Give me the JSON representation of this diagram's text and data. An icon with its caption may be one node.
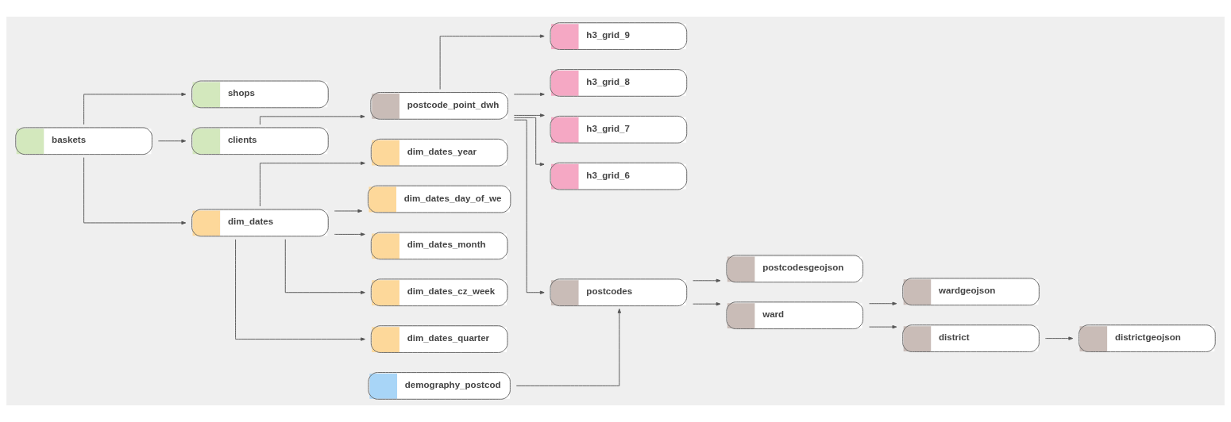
{
  "diagram": {
    "nodes": [
      {
        "text": [
          "baskets"
        ]
      },
      {
        "text": [
          "shops"
        ]
      },
      {
        "text": [
          "clients"
        ]
      },
      {
        "text": [
          "dim_dates"
        ]
      },
      {
        "text": [
          "postcode_point_dwh"
        ]
      },
      {
        "text": [
          "dim_dates_year"
        ]
      },
      {
        "text": [
          "dim_dates_day_of_we"
        ]
      },
      {
        "text": [
          "dim_dates_month"
        ]
      },
      {
        "text": [
          "dim_dates_cz_week"
        ]
      },
      {
        "text": [
          "demography_postcod"
        ]
      },
      {
        "text": [
          "dim_dates_quarter"
        ]
      },
      {
        "text": [
          "h3_grid_9"
        ]
      },
      {
        "text": [
          "h3_grid_8"
        ]
      },
      {
        "text": [
          "h3_grid_7"
        ]
      },
      {
        "text": [
          "h3_grid_6"
        ]
      },
      {
        "text": [
          "postcodes"
        ]
      },
      {
        "text": [
          "postcodesgeojson"
        ]
      },
      {
        "text": [
          "ward"
        ]
      },
      {
        "text": [
          "wardgeojson"
        ]
      },
      {
        "text": [
          "district"
        ]
      },
      {
        "text": [
          "districtgeojson"
        ]
      }
    ],
    "edges": [
      {
        "from": 0,
        "to": 1,
        "arrow": "to"
      },
      {
        "from": 0,
        "to": 2,
        "arrow": "to"
      },
      {
        "from": 0,
        "to": 3,
        "arrow": "to"
      },
      {
        "from": 2,
        "to": 4,
        "arrow": "to"
      },
      {
        "from": 3,
        "to": 5,
        "arrow": "to"
      },
      {
        "from": 3,
        "to": 6,
        "arrow": "to"
      },
      {
        "from": 3,
        "to": 7,
        "arrow": "to"
      },
      {
        "from": 3,
        "to": 8,
        "arrow": "to"
      },
      {
        "from": 3,
        "to": 10,
        "arrow": "to"
      },
      {
        "from": 4,
        "to": 11,
        "arrow": "to"
      },
      {
        "from": 4,
        "to": 12,
        "arrow": "to"
      },
      {
        "from": 4,
        "to": 13,
        "arrow": "to"
      },
      {
        "from": 4,
        "to": 14,
        "arrow": "to"
      },
      {
        "from": 4,
        "to": 15,
        "arrow": "to"
      },
      {
        "from": 9,
        "to": 15,
        "arrow": "to"
      },
      {
        "from": 15,
        "to": 16,
        "arrow": "to"
      },
      {
        "from": 15,
        "to": 17,
        "arrow": "to"
      },
      {
        "from": 17,
        "to": 18,
        "arrow": "to"
      },
      {
        "from": 17,
        "to": 19,
        "arrow": "to"
      },
      {
        "from": 19,
        "to": 20,
        "arrow": "to"
      }
    ]
  }
}
